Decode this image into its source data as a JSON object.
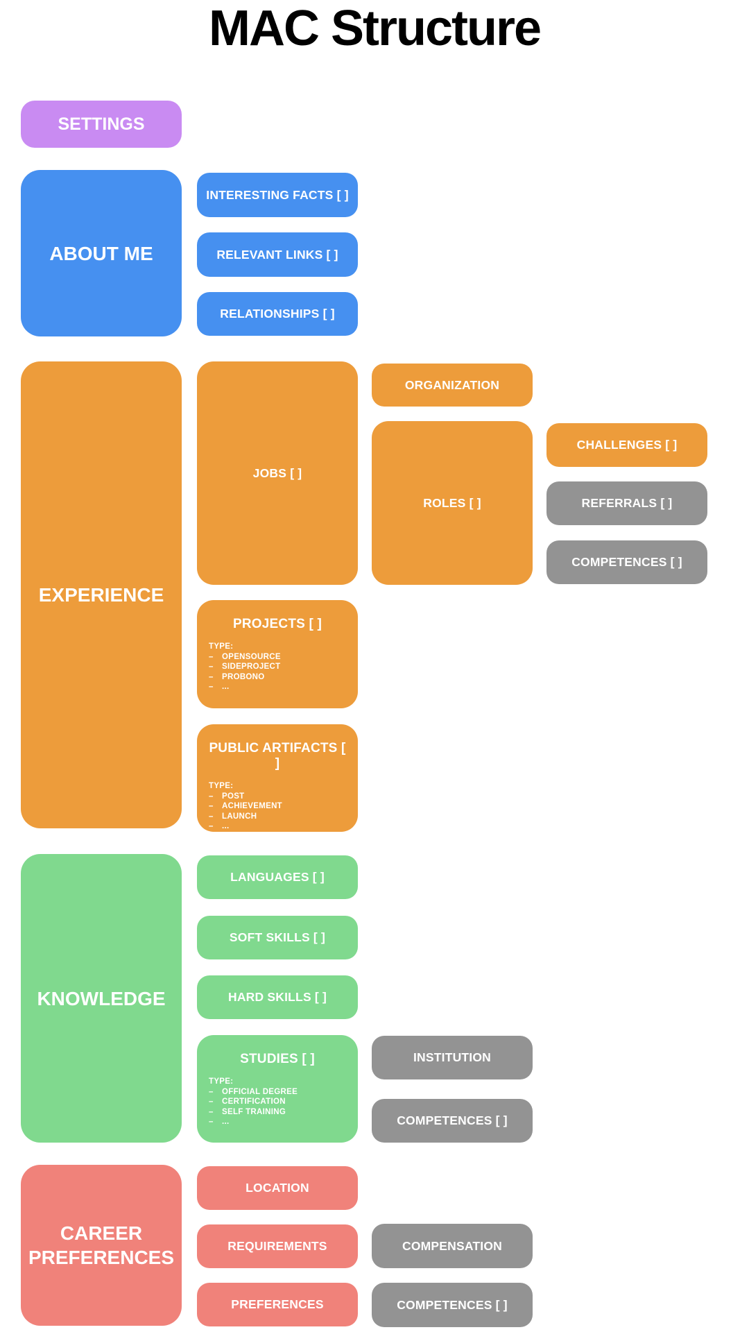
{
  "title": "MAC Structure",
  "glyphs": {
    "dash": "–"
  },
  "colors": {
    "purple": "#c98bf2",
    "blue": "#4690f0",
    "orange": "#ed9c3b",
    "green": "#80d98e",
    "red": "#f0827a",
    "gray": "#939393",
    "node_text": "#ffffff",
    "title_text": "#000000"
  },
  "sections": {
    "settings": {
      "label": "SETTINGS"
    },
    "about_me": {
      "label": "ABOUT ME",
      "interesting_facts": "INTERESTING FACTS [ ]",
      "relevant_links": "RELEVANT LINKS [ ]",
      "relationships": "RELATIONSHIPS [ ]"
    },
    "experience": {
      "label": "EXPERIENCE",
      "jobs": {
        "label": "JOBS [ ]",
        "organization": "ORGANIZATION",
        "roles": {
          "label": "ROLES [ ]",
          "challenges": "CHALLENGES [ ]",
          "referrals": "REFERRALS [ ]",
          "competences": "COMPETENCES [ ]"
        }
      },
      "projects": {
        "label": "PROJECTS [ ]",
        "type_heading": "TYPE:",
        "types": [
          "OPENSOURCE",
          "SIDEPROJECT",
          "PROBONO",
          "..."
        ]
      },
      "public_artifacts": {
        "label": "PUBLIC ARTIFACTS [ ]",
        "type_heading": "TYPE:",
        "types": [
          "POST",
          "ACHIEVEMENT",
          "LAUNCH",
          "..."
        ]
      }
    },
    "knowledge": {
      "label": "KNOWLEDGE",
      "languages": "LANGUAGES [ ]",
      "soft_skills": "SOFT SKILLS [ ]",
      "hard_skills": "HARD SKILLS [ ]",
      "studies": {
        "label": "STUDIES [ ]",
        "type_heading": "TYPE:",
        "types": [
          "OFFICIAL DEGREE",
          "CERTIFICATION",
          "SELF TRAINING",
          "..."
        ],
        "institution": "INSTITUTION",
        "competences": "COMPETENCES [ ]"
      }
    },
    "career_preferences": {
      "label": "CAREER PREFERENCES",
      "location": "LOCATION",
      "requirements": "REQUIREMENTS",
      "preferences": "PREFERENCES",
      "compensation": "COMPENSATION",
      "competences": "COMPETENCES [ ]"
    }
  }
}
